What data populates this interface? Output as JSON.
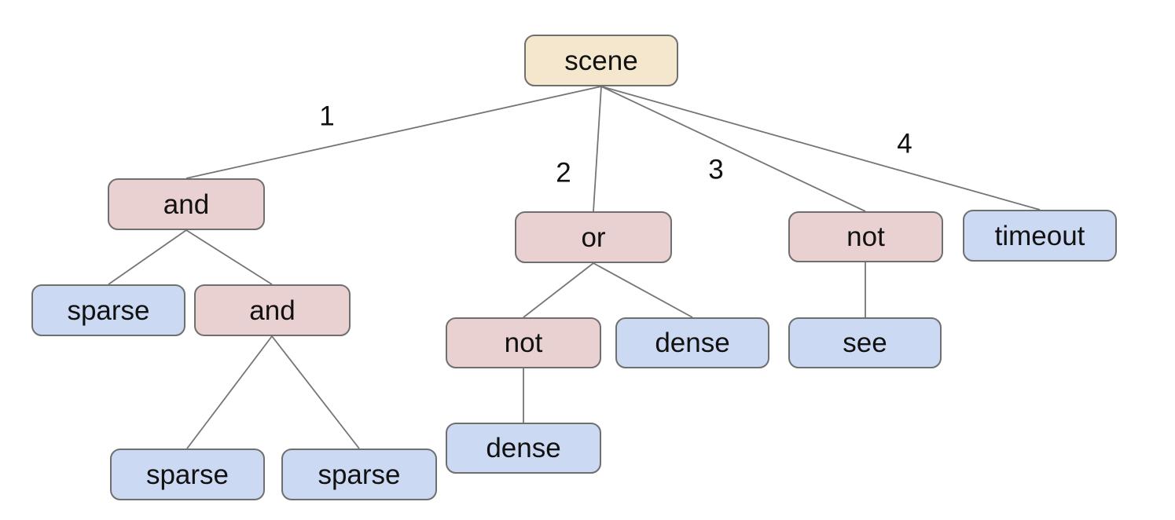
{
  "colors": {
    "background": "#ffffff",
    "root_fill": "#f5e7cd",
    "operator_fill": "#ead1d1",
    "leaf_fill": "#ccd9f3",
    "node_border": "#6f6f6f",
    "edge_stroke": "#757575",
    "text": "#111111"
  },
  "tree": {
    "nodes": [
      {
        "id": "scene",
        "label": "scene",
        "kind": "root"
      },
      {
        "id": "and-1",
        "label": "and",
        "kind": "operator"
      },
      {
        "id": "or-1",
        "label": "or",
        "kind": "operator"
      },
      {
        "id": "not-1",
        "label": "not",
        "kind": "operator"
      },
      {
        "id": "timeout",
        "label": "timeout",
        "kind": "leaf"
      },
      {
        "id": "sparse-1",
        "label": "sparse",
        "kind": "leaf"
      },
      {
        "id": "and-2",
        "label": "and",
        "kind": "operator"
      },
      {
        "id": "not-2",
        "label": "not",
        "kind": "operator"
      },
      {
        "id": "dense-1",
        "label": "dense",
        "kind": "leaf"
      },
      {
        "id": "see",
        "label": "see",
        "kind": "leaf"
      },
      {
        "id": "sparse-2",
        "label": "sparse",
        "kind": "leaf"
      },
      {
        "id": "sparse-3",
        "label": "sparse",
        "kind": "leaf"
      },
      {
        "id": "dense-2",
        "label": "dense",
        "kind": "leaf"
      }
    ],
    "edges": [
      {
        "from": "scene",
        "to": "and-1",
        "label": "1"
      },
      {
        "from": "scene",
        "to": "or-1",
        "label": "2"
      },
      {
        "from": "scene",
        "to": "not-1",
        "label": "3"
      },
      {
        "from": "scene",
        "to": "timeout",
        "label": "4"
      },
      {
        "from": "and-1",
        "to": "sparse-1"
      },
      {
        "from": "and-1",
        "to": "and-2"
      },
      {
        "from": "and-2",
        "to": "sparse-2"
      },
      {
        "from": "and-2",
        "to": "sparse-3"
      },
      {
        "from": "or-1",
        "to": "not-2"
      },
      {
        "from": "or-1",
        "to": "dense-1"
      },
      {
        "from": "not-2",
        "to": "dense-2"
      },
      {
        "from": "not-1",
        "to": "see"
      }
    ]
  }
}
